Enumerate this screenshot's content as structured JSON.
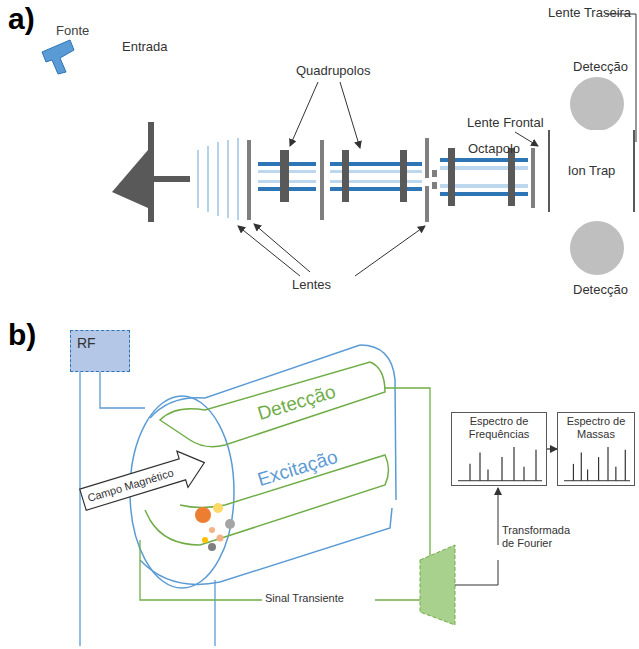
{
  "diagram": {
    "nodes": [
      {
        "text": [
          "Ion Trap"
        ]
      },
      {
        "text": [
          "RF"
        ]
      },
      {
        "text": [
          "Campo Magnético"
        ]
      },
      {
        "text": [
          "Espectro de Frequências"
        ]
      },
      {
        "text": [
          "Espectro de Massas"
        ]
      }
    ],
    "edges": [
      {
        "from": 3,
        "to": 4,
        "arrow": "to"
      }
    ],
    "labels": [
      "a)",
      "Fonte",
      "Entrada",
      "Quadrupolos",
      "Lente Traseira",
      "Detecção",
      "Lente Frontal",
      "Octapolo",
      "Lentes",
      "Detecção",
      "b)",
      "Detecção",
      "Excitação",
      "Transformada de Fourier",
      "Sinal Transiente"
    ]
  }
}
